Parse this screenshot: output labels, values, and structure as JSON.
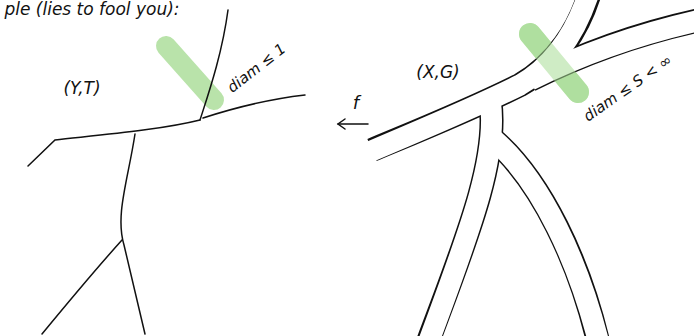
{
  "diagram": {
    "labels": [
      "ple (lies to fool you):",
      "(Y,T)",
      "diam ≤ 1",
      "f",
      "(X,G)",
      "diam ≤ S < ∞"
    ]
  }
}
